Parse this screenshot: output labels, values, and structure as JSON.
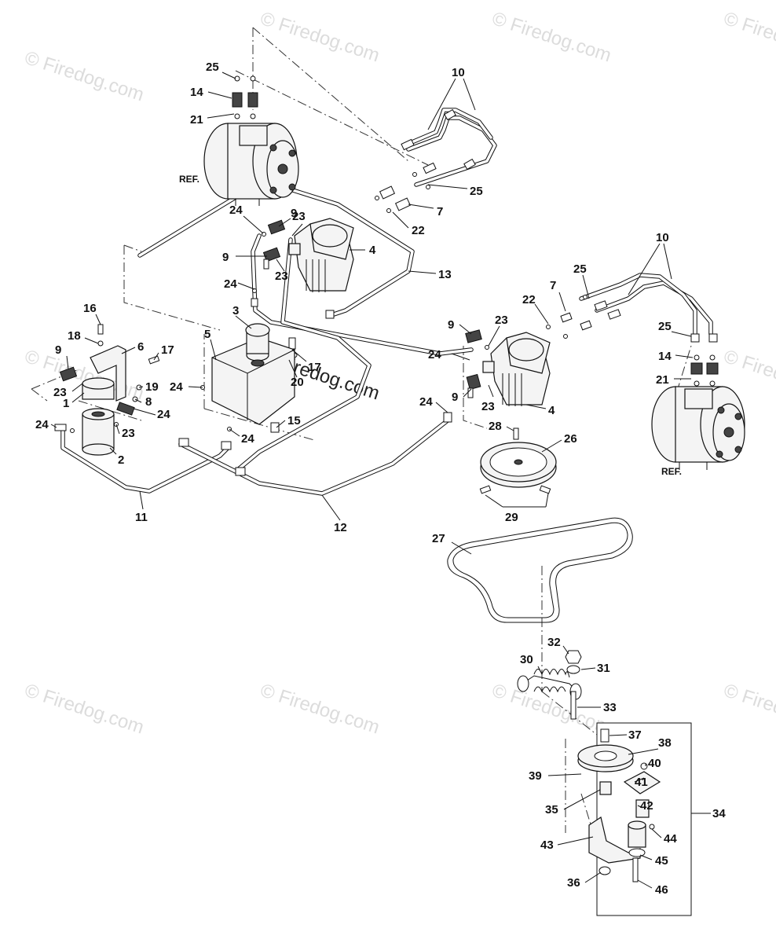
{
  "watermark": {
    "text": "© Firedog.com"
  },
  "ref_labels": {
    "ref_left": "REF.",
    "ref_right": "REF."
  },
  "callouts": [
    {
      "id": "c25a",
      "text": "25"
    },
    {
      "id": "c14a",
      "text": "14"
    },
    {
      "id": "c21a",
      "text": "21"
    },
    {
      "id": "c10a",
      "text": "10"
    },
    {
      "id": "c25b",
      "text": "25"
    },
    {
      "id": "c7a",
      "text": "7"
    },
    {
      "id": "c22a",
      "text": "22"
    },
    {
      "id": "c24a",
      "text": "24"
    },
    {
      "id": "c9a",
      "text": "9"
    },
    {
      "id": "c23a",
      "text": "23"
    },
    {
      "id": "c4a",
      "text": "4"
    },
    {
      "id": "c9b",
      "text": "9"
    },
    {
      "id": "c23b",
      "text": "23"
    },
    {
      "id": "c13",
      "text": "13"
    },
    {
      "id": "c24b",
      "text": "24"
    },
    {
      "id": "c10b",
      "text": "10"
    },
    {
      "id": "c25c",
      "text": "25"
    },
    {
      "id": "c7b",
      "text": "7"
    },
    {
      "id": "c22b",
      "text": "22"
    },
    {
      "id": "c9c",
      "text": "9"
    },
    {
      "id": "c23c",
      "text": "23"
    },
    {
      "id": "c24c",
      "text": "24"
    },
    {
      "id": "c25d",
      "text": "25"
    },
    {
      "id": "c14b",
      "text": "14"
    },
    {
      "id": "c21b",
      "text": "21"
    },
    {
      "id": "c9d",
      "text": "9"
    },
    {
      "id": "c23d",
      "text": "23"
    },
    {
      "id": "c4b",
      "text": "4"
    },
    {
      "id": "c24d",
      "text": "24"
    },
    {
      "id": "c28",
      "text": "28"
    },
    {
      "id": "c26",
      "text": "26"
    },
    {
      "id": "c29",
      "text": "29"
    },
    {
      "id": "c3",
      "text": "3"
    },
    {
      "id": "c5",
      "text": "5"
    },
    {
      "id": "c17a",
      "text": "17"
    },
    {
      "id": "c20",
      "text": "20"
    },
    {
      "id": "c24e",
      "text": "24"
    },
    {
      "id": "c15",
      "text": "15"
    },
    {
      "id": "c24f",
      "text": "24"
    },
    {
      "id": "c16",
      "text": "16"
    },
    {
      "id": "c18",
      "text": "18"
    },
    {
      "id": "c6",
      "text": "6"
    },
    {
      "id": "c17b",
      "text": "17"
    },
    {
      "id": "c9e",
      "text": "9"
    },
    {
      "id": "c19",
      "text": "19"
    },
    {
      "id": "c23e",
      "text": "23"
    },
    {
      "id": "c8",
      "text": "8"
    },
    {
      "id": "c1",
      "text": "1"
    },
    {
      "id": "c24g",
      "text": "24"
    },
    {
      "id": "c23f",
      "text": "23"
    },
    {
      "id": "c24h",
      "text": "24"
    },
    {
      "id": "c2",
      "text": "2"
    },
    {
      "id": "c11",
      "text": "11"
    },
    {
      "id": "c12",
      "text": "12"
    },
    {
      "id": "c27",
      "text": "27"
    },
    {
      "id": "c32",
      "text": "32"
    },
    {
      "id": "c30",
      "text": "30"
    },
    {
      "id": "c31",
      "text": "31"
    },
    {
      "id": "c33",
      "text": "33"
    },
    {
      "id": "c37",
      "text": "37"
    },
    {
      "id": "c38",
      "text": "38"
    },
    {
      "id": "c40",
      "text": "40"
    },
    {
      "id": "c39",
      "text": "39"
    },
    {
      "id": "c41",
      "text": "41"
    },
    {
      "id": "c35",
      "text": "35"
    },
    {
      "id": "c42",
      "text": "42"
    },
    {
      "id": "c34",
      "text": "34"
    },
    {
      "id": "c44",
      "text": "44"
    },
    {
      "id": "c43",
      "text": "43"
    },
    {
      "id": "c45",
      "text": "45"
    },
    {
      "id": "c36",
      "text": "36"
    },
    {
      "id": "c46",
      "text": "46"
    }
  ]
}
